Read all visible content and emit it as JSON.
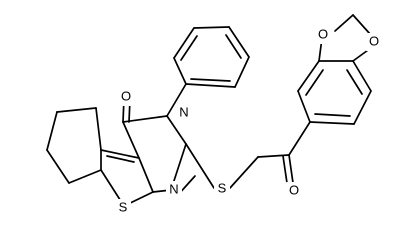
{
  "structure": {
    "atoms": {
      "oxygen_ketone_left": "O",
      "nitrogen_upper": "N",
      "nitrogen_lower": "N",
      "sulfur_ring": "S",
      "sulfur_linker": "S",
      "oxygen_ketone_right": "O",
      "oxygen_dioxole_top": "O",
      "oxygen_dioxole_right": "O"
    }
  }
}
